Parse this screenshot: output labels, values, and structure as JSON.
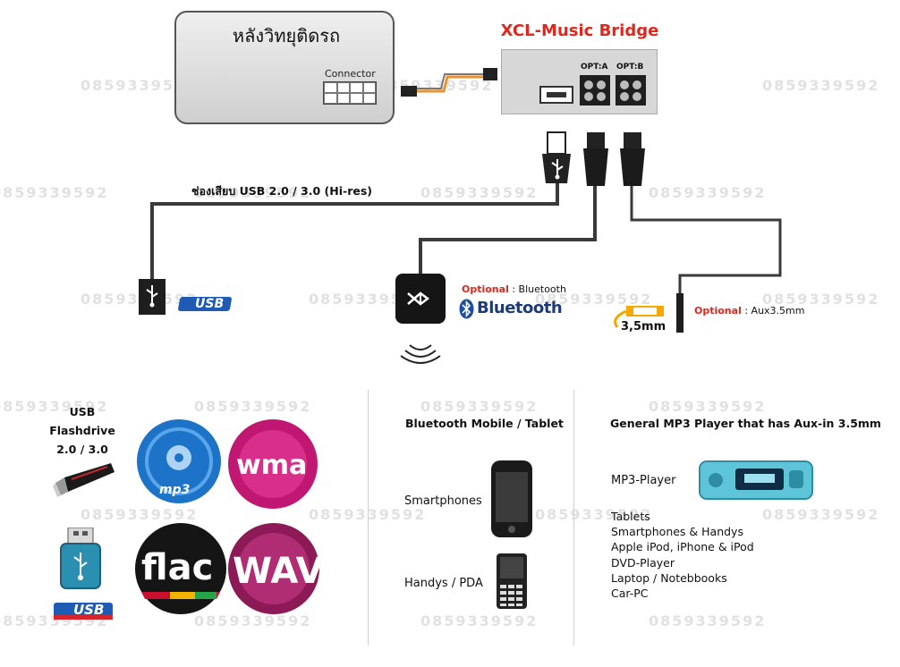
{
  "radio": {
    "title": "หลังวิทยุติดรถ",
    "connector_label": "Connector"
  },
  "bridge": {
    "title": "XCL-Music Bridge",
    "opt_a": "OPT:A",
    "opt_b": "OPT:B"
  },
  "usb_input": {
    "label": "ช่องเสียบ USB 2.0 / 3.0 (Hi-res)"
  },
  "bluetooth_option": {
    "optional": "Optional",
    "text": " : Bluetooth",
    "logo": "Bluetooth"
  },
  "aux_option": {
    "optional": "Optional",
    "text": " : Aux3.5mm",
    "plug_label": "3,5mm"
  },
  "usb_logo": {
    "hispeed_label": "USB"
  },
  "flashdrive": {
    "line1": "USB",
    "line2": "Flashdrive",
    "line3": "2.0 / 3.0"
  },
  "formats": [
    "mp3",
    "wma",
    "flac",
    "WAV"
  ],
  "superspeed_label": "USB",
  "bluetooth_section": {
    "heading": "Bluetooth Mobile / Tablet",
    "item1": "Smartphones",
    "item2": "Handys / PDA"
  },
  "aux_section": {
    "heading": "General MP3 Player that has Aux-in 3.5mm",
    "mp3_player": "MP3-Player",
    "items": [
      "Tablets",
      "Smartphones & Handys",
      "Apple iPod, iPhone & iPod",
      "DVD-Player",
      "Laptop / Notebbooks",
      "Car-PC"
    ]
  },
  "watermark": "0859339592",
  "colors": {
    "accent_red": "#e1261c",
    "cable": "#3a3a3a",
    "orange_wire": "#f0902c"
  }
}
